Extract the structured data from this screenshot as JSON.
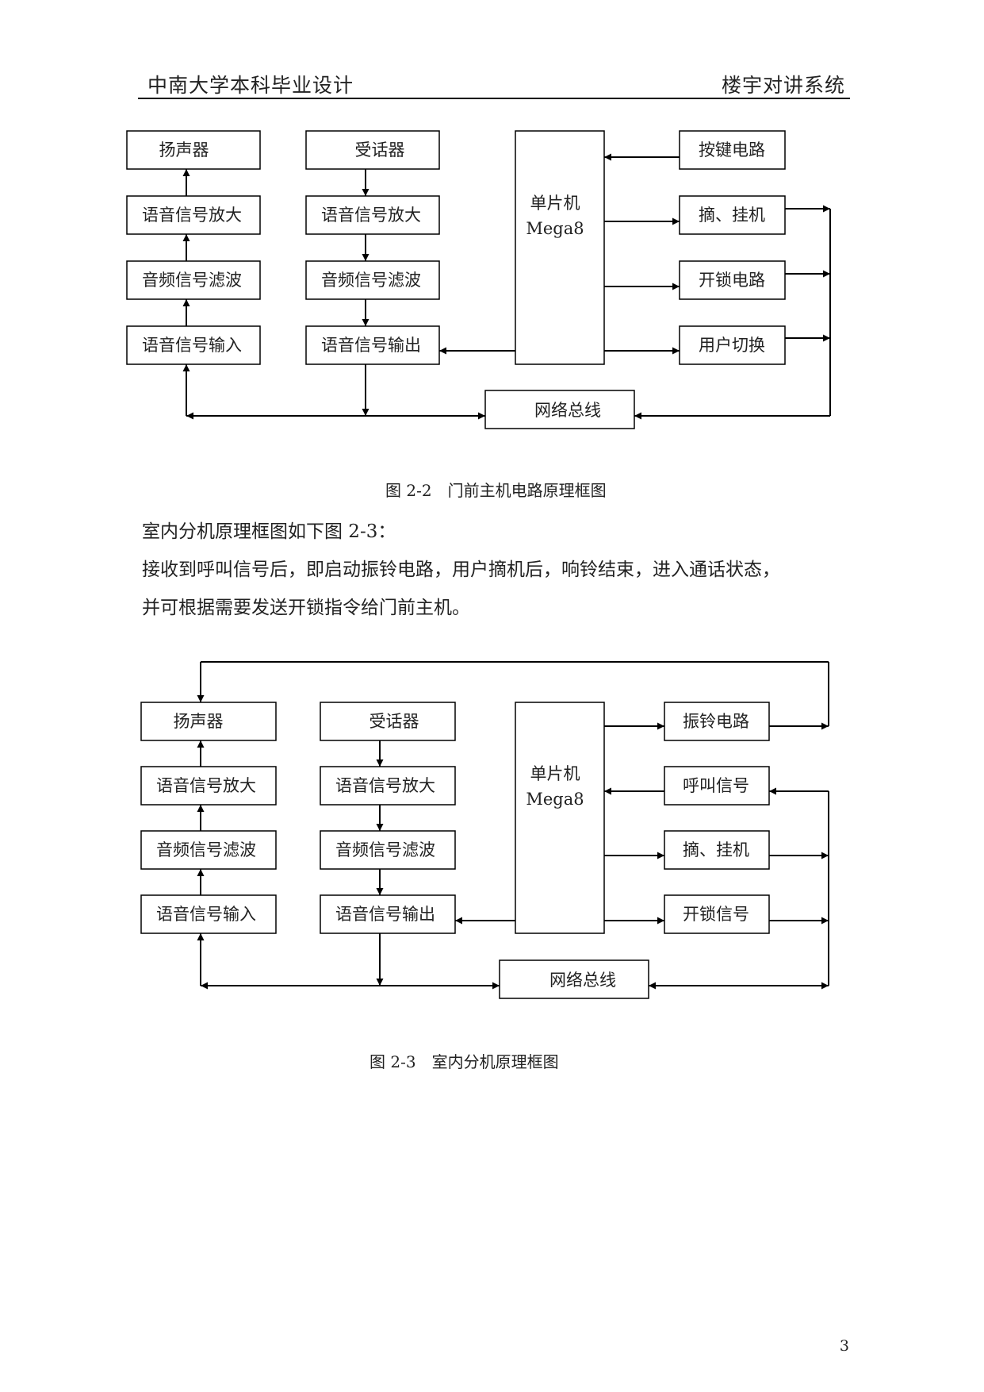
{
  "header": {
    "left": "中南大学本科毕业设计",
    "right": "楼宇对讲系统"
  },
  "figure1": {
    "speaker": "扬声器",
    "receiver": "受话器",
    "amp_left": "语音信号放大",
    "amp_right": "语音信号放大",
    "filter_left": "音频信号滤波",
    "filter_right": "音频信号滤波",
    "voice_input": "语音信号输入",
    "voice_output": "语音信号输出",
    "mcu_line1": "单片机",
    "mcu_line2": "Mega8",
    "key_circuit": "按键电路",
    "hook": "摘、挂机",
    "unlock": "开锁电路",
    "user_switch": "用户切换",
    "bus": "网络总线",
    "caption": "图 2-2　门前主机电路原理框图"
  },
  "paragraphs": [
    "室内分机原理框图如下图 2-3：",
    "接收到呼叫信号后，即启动振铃电路，用户摘机后，响铃结束，进入通话状态，",
    "并可根据需要发送开锁指令给门前主机。"
  ],
  "figure2": {
    "speaker": "扬声器",
    "receiver": "受话器",
    "amp_left": "语音信号放大",
    "amp_right": "语音信号放大",
    "filter_left": "音频信号滤波",
    "filter_right": "音频信号滤波",
    "voice_input": "语音信号输入",
    "voice_output": "语音信号输出",
    "mcu_line1": "单片机",
    "mcu_line2": "Mega8",
    "ring_circuit": "振铃电路",
    "call_signal": "呼叫信号",
    "hook": "摘、挂机",
    "unlock_signal": "开锁信号",
    "bus": "网络总线",
    "caption": "图 2-3　室内分机原理框图"
  },
  "page_number": "3"
}
